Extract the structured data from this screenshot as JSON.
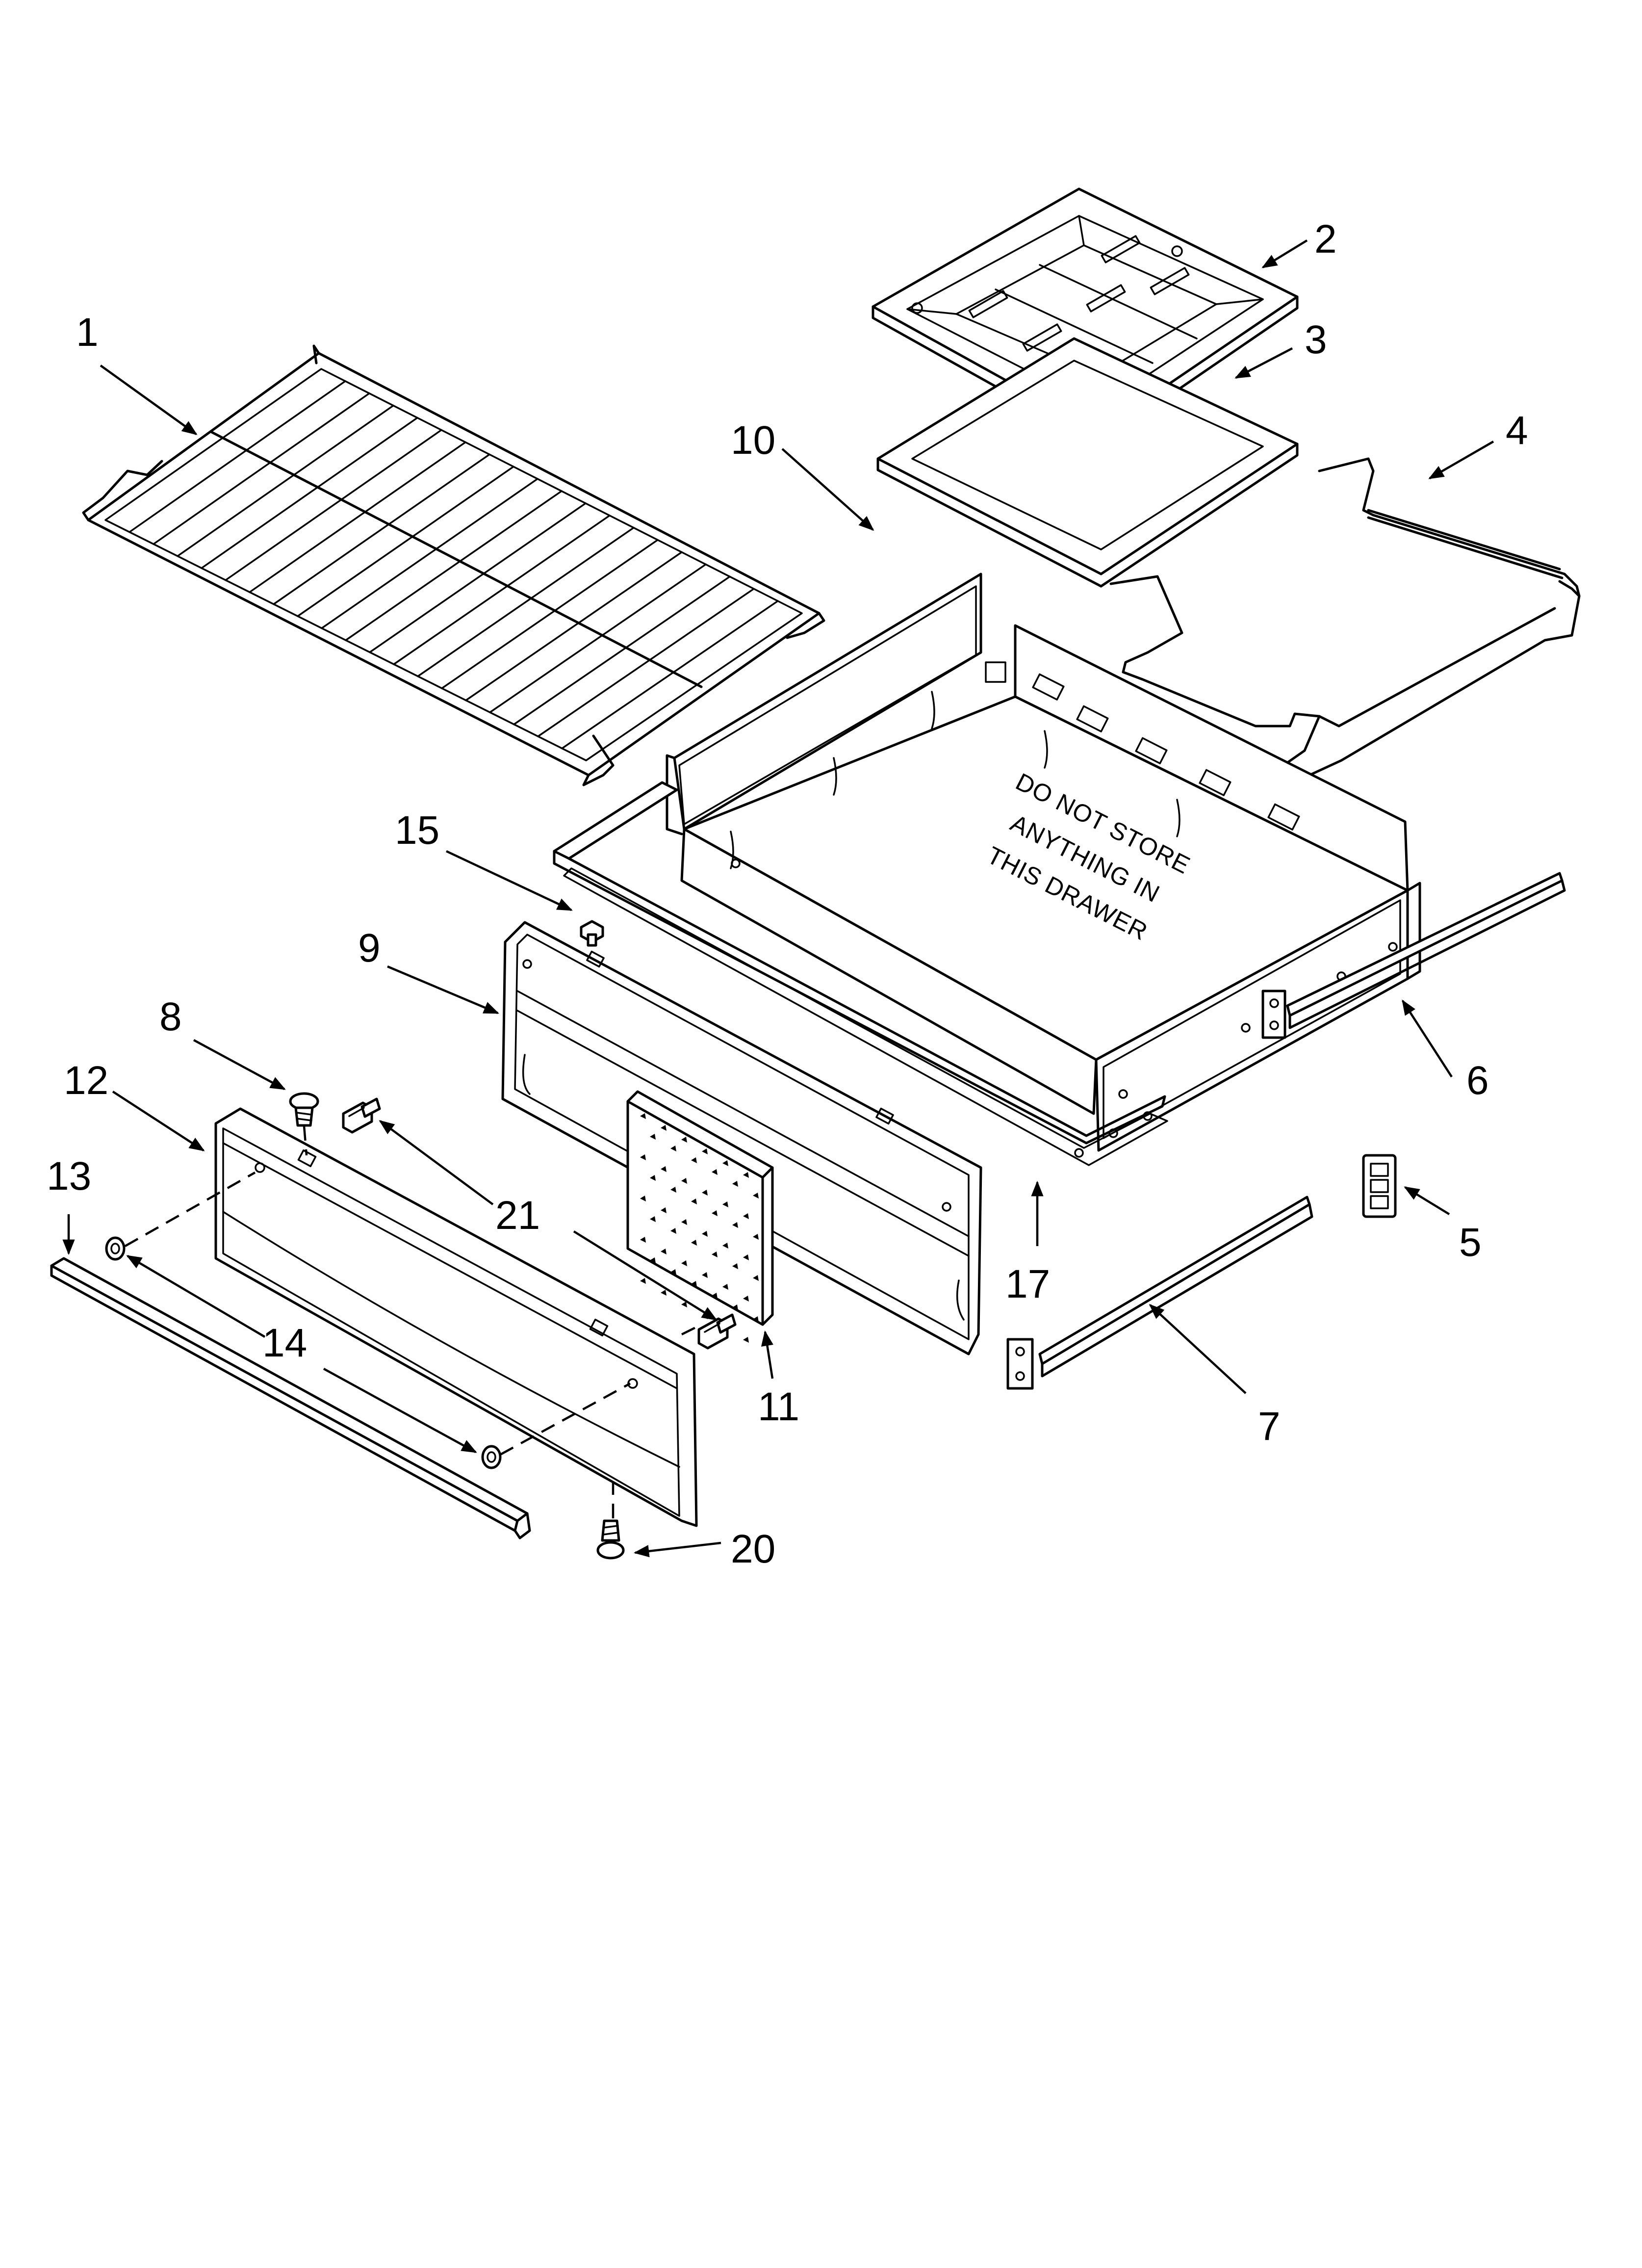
{
  "callouts": [
    {
      "id": "c1",
      "text": "1"
    },
    {
      "id": "c2",
      "text": "2"
    },
    {
      "id": "c3",
      "text": "3"
    },
    {
      "id": "c4",
      "text": "4"
    },
    {
      "id": "c5",
      "text": "5"
    },
    {
      "id": "c6",
      "text": "6"
    },
    {
      "id": "c7",
      "text": "7"
    },
    {
      "id": "c8",
      "text": "8"
    },
    {
      "id": "c9",
      "text": "9"
    },
    {
      "id": "c10",
      "text": "10"
    },
    {
      "id": "c11",
      "text": "11"
    },
    {
      "id": "c12",
      "text": "12"
    },
    {
      "id": "c13",
      "text": "13"
    },
    {
      "id": "c14",
      "text": "14"
    },
    {
      "id": "c15",
      "text": "15"
    },
    {
      "id": "c17",
      "text": "17"
    },
    {
      "id": "c20",
      "text": "20"
    },
    {
      "id": "c21",
      "text": "21"
    }
  ],
  "drawer_warning": {
    "line1": "DO NOT STORE",
    "line2": "ANYTHING IN",
    "line3": "THIS DRAWER"
  }
}
